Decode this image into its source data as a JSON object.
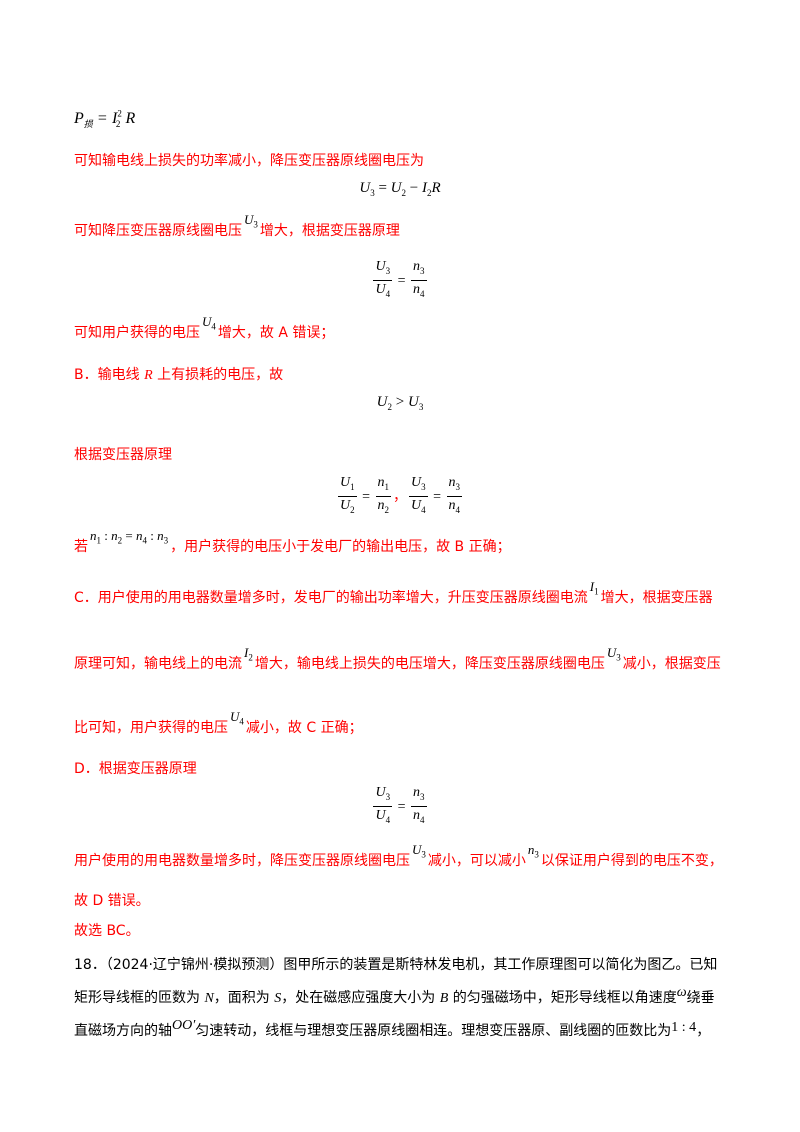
{
  "l1": {
    "P": "P",
    "sub": "损",
    "eq": "=",
    "I": "I",
    "sup": "2",
    "isub": "2",
    "R": "R"
  },
  "t2": "可知输电线上损失的功率减小，降压变压器原线圈电压为",
  "f3": {
    "u3": "U",
    "s3": "3",
    "eq": " = ",
    "u2": "U",
    "s2": "2",
    "minus": " − ",
    "i2": "I",
    "si2": "2",
    "r": "R"
  },
  "t4a": "可知降压变压器原线圈电压",
  "t4sym": {
    "u": "U",
    "s": "3"
  },
  "t4b": "增大，根据变压器原理",
  "f5": {
    "un": "U",
    "sn": "3",
    "ud": "U",
    "sd": "4",
    "eq": " = ",
    "nn": "n",
    "snn": "3",
    "nd": "n",
    "snd": "4"
  },
  "t6a": "可知用户获得的电压",
  "t6sym": {
    "u": "U",
    "s": "4"
  },
  "t6b": "增大，故 A 错误；",
  "t7a": "B．输电线 ",
  "t7r": "R",
  "t7b": " 上有损耗的电压，故",
  "f8": {
    "u2": "U",
    "s2": "2",
    "gt": " > ",
    "u3": "U",
    "s3": "3"
  },
  "t9": "根据变压器原理",
  "f10": {
    "a": {
      "un": "U",
      "sn": "1",
      "ud": "U",
      "sd": "2",
      "nn": "n",
      "snn": "1",
      "nd": "n",
      "snd": "2"
    },
    "sep": "，",
    "b": {
      "un": "U",
      "sn": "3",
      "ud": "U",
      "sd": "4",
      "nn": "n",
      "snn": "3",
      "nd": "n",
      "snd": "4"
    },
    "eq": " = "
  },
  "t11a": "若",
  "t11sym": {
    "n1": "n",
    "s1": "1",
    "c1": " : ",
    "n2": "n",
    "s2": "2",
    "eq": " = ",
    "n4": "n",
    "s4": "4",
    "c2": " : ",
    "n3": "n",
    "s3": "3"
  },
  "t11b": "，用户获得的电压小于发电厂的输出电压，故 B 正确；",
  "t12a": "C．用户使用的用电器数量增多时，发电厂的输出功率增大，升压变压器原线圈电流",
  "t12sym": {
    "i": "I",
    "s": "1"
  },
  "t12b": "增大，根据变压器",
  "t13a": "原理可知，输电线上的电流",
  "t13sym1": {
    "i": "I",
    "s": "2"
  },
  "t13b": "增大，输电线上损失的电压增大，降压变压器原线圈电压",
  "t13sym2": {
    "u": "U",
    "s": "3"
  },
  "t13c": "减小，根据变压",
  "t14a": "比可知，用户获得的电压",
  "t14sym": {
    "u": "U",
    "s": "4"
  },
  "t14b": "减小，故 C 正确；",
  "t15": "D．根据变压器原理",
  "f16": {
    "un": "U",
    "sn": "3",
    "ud": "U",
    "sd": "4",
    "eq": " = ",
    "nn": "n",
    "snn": "3",
    "nd": "n",
    "snd": "4"
  },
  "t17a": "用户使用的用电器数量增多时，降压变压器原线圈电压",
  "t17sym1": {
    "u": "U",
    "s": "3"
  },
  "t17b": "减小，可以减小",
  "t17sym2": {
    "n": "n",
    "s": "3"
  },
  "t17c": "以保证用户得到的电压不变，",
  "t18": "故 D 错误。",
  "t19": "故选 BC。",
  "q1a": "18．（2024·辽宁锦州·模拟预测）图甲所示的装置是斯特林发电机，其工作原理图可以简化为图乙。已知",
  "q2a": "矩形导线框的匝数为 ",
  "q2N": "N",
  "q2b": "，面积为 ",
  "q2S": "S",
  "q2c": "，处在磁感应强度大小为 ",
  "q2B": "B",
  "q2d": " 的匀强磁场中，矩形导线框以角速度",
  "q2w": "ω",
  "q2e": "绕垂",
  "q3a": "直磁场方向的轴",
  "q3axis": "OO′",
  "q3b": "匀速转动，线框与理想变压器原线圈相连。理想变压器原、副线圈的匝数比为",
  "q3ratio": "1 : 4",
  "q3c": "，"
}
